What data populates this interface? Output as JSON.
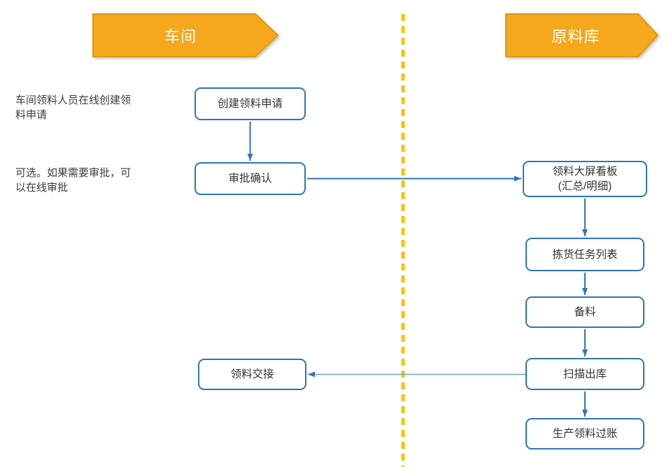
{
  "diagram": {
    "title_implied": "",
    "lanes": [
      {
        "id": "workshop",
        "label": "车间"
      },
      {
        "id": "warehouse",
        "label": "原料库"
      }
    ],
    "annotations": [
      {
        "lines": [
          "车间领料人员在线创建领",
          "料申请"
        ]
      },
      {
        "lines": [
          "可选。如果需要审批，可",
          "以在线审批"
        ]
      }
    ],
    "nodes": [
      {
        "id": "create-request",
        "label": "创建领料申请"
      },
      {
        "id": "approve-confirm",
        "label": "审批确认"
      },
      {
        "id": "dashboard",
        "lines": [
          "领料大屏看板",
          "(汇总/明细)"
        ]
      },
      {
        "id": "picking-task-list",
        "label": "拣货任务列表"
      },
      {
        "id": "prepare-material",
        "label": "备料"
      },
      {
        "id": "scan-outbound",
        "label": "扫描出库"
      },
      {
        "id": "material-handover",
        "label": "领料交接"
      },
      {
        "id": "production-posting",
        "label": "生产领料过账"
      }
    ],
    "edges": [
      {
        "from": "create-request",
        "to": "approve-confirm"
      },
      {
        "from": "approve-confirm",
        "to": "dashboard"
      },
      {
        "from": "dashboard",
        "to": "picking-task-list"
      },
      {
        "from": "picking-task-list",
        "to": "prepare-material"
      },
      {
        "from": "prepare-material",
        "to": "scan-outbound"
      },
      {
        "from": "scan-outbound",
        "to": "material-handover"
      },
      {
        "from": "scan-outbound",
        "to": "production-posting"
      }
    ],
    "colors": {
      "banner_fill": "#F5A81C",
      "banner_border": "#DB9A10",
      "box_border": "#2E75B6",
      "arrow": "#2E75B6",
      "arrow_light": "#6FA0D6",
      "divider": "#FFC000",
      "text": "#333333",
      "annotation_text": "#3d3d3d"
    }
  }
}
